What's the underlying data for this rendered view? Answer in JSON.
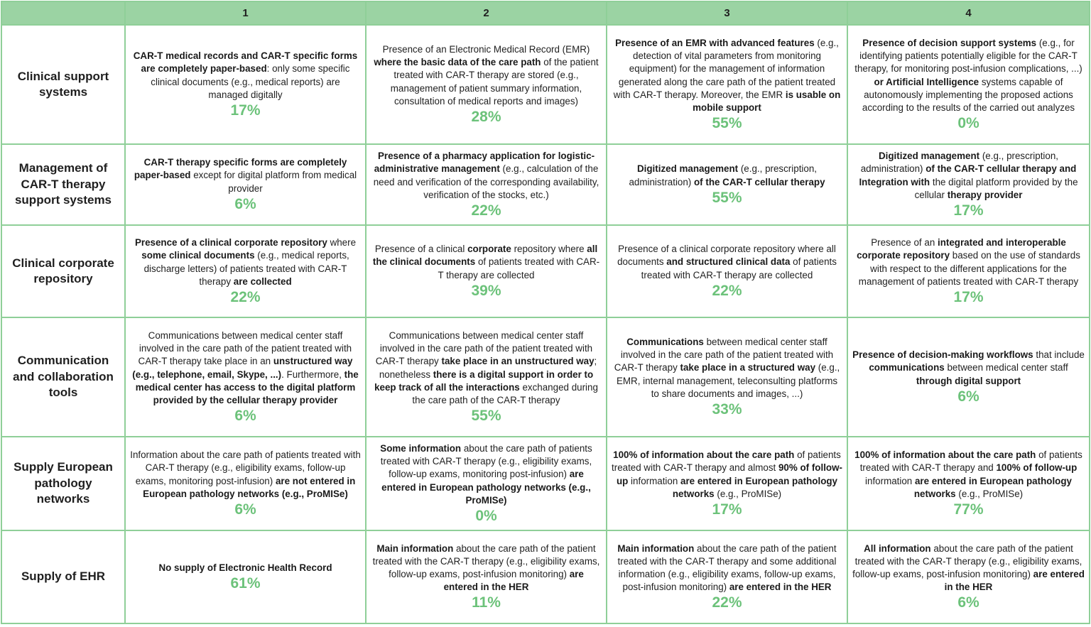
{
  "columns": [
    "",
    "1",
    "2",
    "3",
    "4"
  ],
  "accent_color": "#6cc27a",
  "header_color": "#9bd3a3",
  "border_color": "#8fcf98",
  "rows": [
    {
      "label": "Clinical support systems",
      "cells": [
        {
          "parts": [
            {
              "b": true,
              "t": "CAR-T medical records and CAR-T specific forms are completely paper-based"
            },
            {
              "b": false,
              "t": ": only some specific clinical documents (e.g., medical reports) are managed digitally"
            }
          ],
          "pct": "17%"
        },
        {
          "parts": [
            {
              "b": false,
              "t": "Presence of an Electronic Medical Record (EMR) "
            },
            {
              "b": true,
              "t": "where the basic data of the care path"
            },
            {
              "b": false,
              "t": " of the patient treated with CAR-T therapy are stored (e.g., management of patient summary information, consultation of medical reports and images)"
            }
          ],
          "pct": "28%"
        },
        {
          "parts": [
            {
              "b": true,
              "t": "Presence of an EMR with advanced features"
            },
            {
              "b": false,
              "t": " (e.g., detection of vital parameters from monitoring equipment) for the management of information generated along the care path of the patient treated with CAR-T therapy. Moreover, the EMR "
            },
            {
              "b": true,
              "t": "is usable on mobile support"
            }
          ],
          "pct": "55%"
        },
        {
          "parts": [
            {
              "b": true,
              "t": "Presence of decision support systems"
            },
            {
              "b": false,
              "t": " (e.g., for identifying patients potentially eligible for the CAR-T therapy, for monitoring post-infusion complications, ...) "
            },
            {
              "b": true,
              "t": "or Artificial Intelligence"
            },
            {
              "b": false,
              "t": " systems capable of autonomously implementing the proposed actions according to the results of the carried out analyzes"
            }
          ],
          "pct": "0%"
        }
      ]
    },
    {
      "label": "Management of CAR-T therapy support systems",
      "cells": [
        {
          "parts": [
            {
              "b": true,
              "t": "CAR-T therapy specific forms are completely paper-based"
            },
            {
              "b": false,
              "t": " except for digital platform from medical provider"
            }
          ],
          "pct": "6%"
        },
        {
          "parts": [
            {
              "b": true,
              "t": "Presence of a pharmacy application for logistic-administrative management"
            },
            {
              "b": false,
              "t": " (e.g., calculation of the need and verification of the corresponding availability, verification of the stocks, etc.)"
            }
          ],
          "pct": "22%"
        },
        {
          "parts": [
            {
              "b": true,
              "t": "Digitized management"
            },
            {
              "b": false,
              "t": " (e.g., prescription, administration) "
            },
            {
              "b": true,
              "t": "of the CAR-T cellular therapy"
            }
          ],
          "pct": "55%"
        },
        {
          "parts": [
            {
              "b": true,
              "t": "Digitized management"
            },
            {
              "b": false,
              "t": " (e.g., prescription, administration) "
            },
            {
              "b": true,
              "t": "of the CAR-T cellular therapy and Integration with"
            },
            {
              "b": false,
              "t": " the digital platform provided by the cellular "
            },
            {
              "b": true,
              "t": "therapy provider"
            }
          ],
          "pct": "17%"
        }
      ]
    },
    {
      "label": "Clinical corporate repository",
      "cells": [
        {
          "parts": [
            {
              "b": true,
              "t": "Presence of a clinical corporate repository"
            },
            {
              "b": false,
              "t": " where "
            },
            {
              "b": true,
              "t": "some clinical documents"
            },
            {
              "b": false,
              "t": " (e.g., medical reports, discharge letters) of patients treated with CAR-T therapy "
            },
            {
              "b": true,
              "t": "are collected"
            }
          ],
          "pct": "22%"
        },
        {
          "parts": [
            {
              "b": false,
              "t": "Presence of a clinical "
            },
            {
              "b": true,
              "t": "corporate"
            },
            {
              "b": false,
              "t": " repository where "
            },
            {
              "b": true,
              "t": "all the clinical documents"
            },
            {
              "b": false,
              "t": " of patients treated with CAR-T therapy are collected"
            }
          ],
          "pct": "39%"
        },
        {
          "parts": [
            {
              "b": false,
              "t": "Presence of a clinical corporate repository where all documents "
            },
            {
              "b": true,
              "t": "and structured clinical data"
            },
            {
              "b": false,
              "t": " of patients treated with CAR-T therapy are collected"
            }
          ],
          "pct": "22%"
        },
        {
          "parts": [
            {
              "b": false,
              "t": "Presence of an "
            },
            {
              "b": true,
              "t": "integrated and interoperable corporate repository"
            },
            {
              "b": false,
              "t": " based on the use of standards with respect to the different applications for the management of patients treated with CAR-T therapy"
            }
          ],
          "pct": "17%"
        }
      ]
    },
    {
      "label": "Communication and collaboration tools",
      "cells": [
        {
          "parts": [
            {
              "b": false,
              "t": "Communications between medical center staff involved in the care path of the patient treated with CAR-T therapy take place in an "
            },
            {
              "b": true,
              "t": "unstructured way (e.g., telephone, email, Skype, ...)"
            },
            {
              "b": false,
              "t": ". Furthermore, "
            },
            {
              "b": true,
              "t": "the medical center has access to the digital platform provided by the cellular therapy provider"
            }
          ],
          "pct": "6%"
        },
        {
          "parts": [
            {
              "b": false,
              "t": "Communications between medical center staff involved in the care path of the patient treated with CAR-T therapy "
            },
            {
              "b": true,
              "t": "take place in an unstructured way"
            },
            {
              "b": false,
              "t": "; nonetheless "
            },
            {
              "b": true,
              "t": "there is a digital support in order to keep track of all the interactions"
            },
            {
              "b": false,
              "t": " exchanged during the care path of the CAR-T therapy"
            }
          ],
          "pct": "55%"
        },
        {
          "parts": [
            {
              "b": true,
              "t": "Communications"
            },
            {
              "b": false,
              "t": " between medical center staff involved in the care path of the patient treated with CAR-T therapy "
            },
            {
              "b": true,
              "t": "take place in a structured way"
            },
            {
              "b": false,
              "t": " (e.g., EMR, internal management, teleconsulting platforms to share documents and images, ...)"
            }
          ],
          "pct": "33%"
        },
        {
          "parts": [
            {
              "b": true,
              "t": "Presence of decision-making workflows"
            },
            {
              "b": false,
              "t": " that include "
            },
            {
              "b": true,
              "t": "communications"
            },
            {
              "b": false,
              "t": " between medical center staff "
            },
            {
              "b": true,
              "t": "through digital support"
            }
          ],
          "pct": "6%"
        }
      ]
    },
    {
      "label": "Supply European pathology networks",
      "cells": [
        {
          "parts": [
            {
              "b": false,
              "t": "Information about the care path of patients treated with CAR-T therapy (e.g., eligibility exams, follow-up exams, monitoring post-infusion) "
            },
            {
              "b": true,
              "t": "are not entered in European pathology networks (e.g., ProMISe)"
            }
          ],
          "pct": "6%"
        },
        {
          "parts": [
            {
              "b": true,
              "t": "Some information"
            },
            {
              "b": false,
              "t": " about the care path of patients treated with CAR-T therapy (e.g., eligibility exams, follow-up exams, monitoring post-infusion) "
            },
            {
              "b": true,
              "t": "are entered in European pathology networks (e.g., ProMISe)"
            }
          ],
          "pct": "0%"
        },
        {
          "parts": [
            {
              "b": true,
              "t": "100% of information about the care path"
            },
            {
              "b": false,
              "t": " of patients treated with CAR-T therapy and almost "
            },
            {
              "b": true,
              "t": "90% of follow-up"
            },
            {
              "b": false,
              "t": " information "
            },
            {
              "b": true,
              "t": "are entered in European pathology networks"
            },
            {
              "b": false,
              "t": " (e.g., ProMISe)"
            }
          ],
          "pct": "17%"
        },
        {
          "parts": [
            {
              "b": true,
              "t": "100% of information about the care path"
            },
            {
              "b": false,
              "t": " of patients treated with CAR-T therapy and "
            },
            {
              "b": true,
              "t": "100% of follow-up"
            },
            {
              "b": false,
              "t": " information "
            },
            {
              "b": true,
              "t": "are entered in European pathology networks"
            },
            {
              "b": false,
              "t": " (e.g., ProMISe)"
            }
          ],
          "pct": "77%"
        }
      ]
    },
    {
      "label": "Supply of EHR",
      "cells": [
        {
          "parts": [
            {
              "b": true,
              "t": "No supply of Electronic Health Record"
            }
          ],
          "pct": "61%"
        },
        {
          "parts": [
            {
              "b": true,
              "t": "Main information"
            },
            {
              "b": false,
              "t": " about the care path of the patient treated with the CAR-T therapy (e.g., eligibility exams, follow-up exams, post-infusion monitoring) "
            },
            {
              "b": true,
              "t": "are entered in the HER"
            }
          ],
          "pct": "11%"
        },
        {
          "parts": [
            {
              "b": true,
              "t": "Main information"
            },
            {
              "b": false,
              "t": " about the care path of the patient treated with the CAR-T therapy and some additional information (e.g., eligibility exams, follow-up exams, post-infusion monitoring) "
            },
            {
              "b": true,
              "t": "are entered in the HER"
            }
          ],
          "pct": "22%"
        },
        {
          "parts": [
            {
              "b": true,
              "t": "All information"
            },
            {
              "b": false,
              "t": " about the care path of the patient treated with the CAR-T therapy (e.g., eligibility exams, follow-up exams, post-infusion monitoring) "
            },
            {
              "b": true,
              "t": "are entered in the HER"
            }
          ],
          "pct": "6%"
        }
      ]
    }
  ]
}
